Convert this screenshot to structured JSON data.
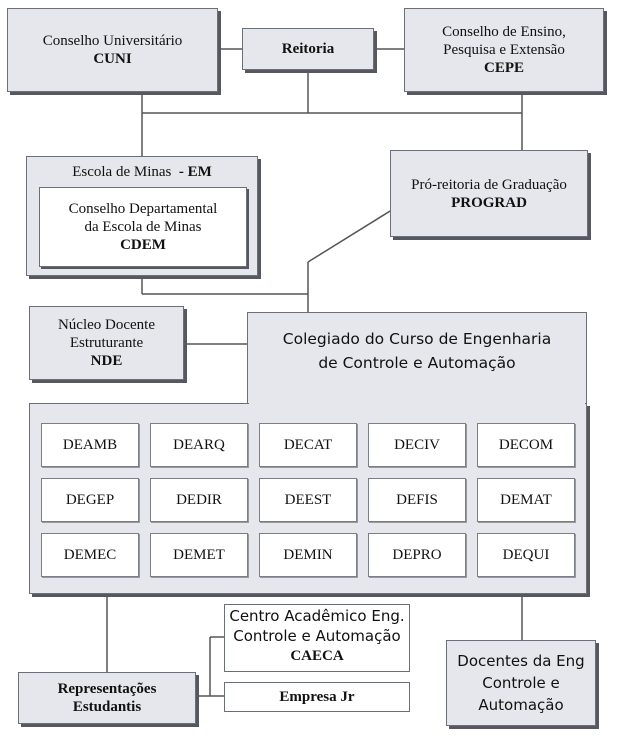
{
  "nodes": {
    "cuni": {
      "line1": "Conselho Universitário",
      "line2": "CUNI"
    },
    "reitoria": {
      "label": "Reitoria"
    },
    "cepe": {
      "line1": "Conselho de Ensino,",
      "line2": "Pesquisa e Extensão",
      "line3": "CEPE"
    },
    "em": {
      "title": "Escola de Minas",
      "abbr": "- EM"
    },
    "cdem": {
      "line1": "Conselho Departamental",
      "line2": "da Escola de Minas",
      "line3": "CDEM"
    },
    "prograd": {
      "line1": "Pró-reitoria de Graduação",
      "line2": "PROGRAD"
    },
    "nde": {
      "line1": "Núcleo Docente",
      "line2": "Estruturante",
      "line3": "NDE"
    },
    "colegiado": {
      "line1": "Colegiado do Curso de Engenharia",
      "line2": "de Controle e Automação"
    },
    "caeca": {
      "line1": "Centro Acadêmico Eng.",
      "line2": "Controle e Automação",
      "line3": "CAECA"
    },
    "empresa": {
      "label": "Empresa Jr"
    },
    "representacoes": {
      "line1": "Representações",
      "line2": "Estudantis"
    },
    "docentes": {
      "line1": "Docentes da Eng",
      "line2": "Controle e",
      "line3": "Automação"
    }
  },
  "departments": [
    [
      "DEAMB",
      "DEARQ",
      "DECAT",
      "DECIV",
      "DECOM"
    ],
    [
      "DEGEP",
      "DEDIR",
      "DEEST",
      "DEFIS",
      "DEMAT"
    ],
    [
      "DEMEC",
      "DEMET",
      "DEMIN",
      "DEPRO",
      "DEQUI"
    ]
  ],
  "colors": {
    "box_fill": "#e6e7ec",
    "border": "#6b6f7a",
    "connector": "#555555"
  }
}
